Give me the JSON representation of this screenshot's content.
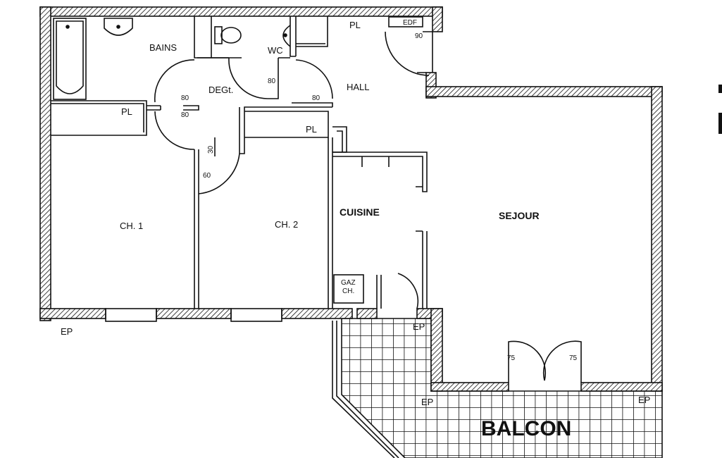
{
  "plan": {
    "rooms": {
      "bains": "BAINS",
      "wc": "WC",
      "degt": "DEGt.",
      "hall": "HALL",
      "ch1": "CH. 1",
      "ch2": "CH. 2",
      "cuisine": "CUISINE",
      "sejour": "SEJOUR",
      "balcon": "BALCON"
    },
    "fixtures": {
      "pl_hall": "PL",
      "pl_left": "PL",
      "pl_mid": "PL",
      "edf": "EDF",
      "gaz_line1": "GAZ",
      "gaz_line2": "CH."
    },
    "door_widths": {
      "entry": "90",
      "wc": "80",
      "bains": "80",
      "hall": "80",
      "ch1": "80",
      "ch2": "60",
      "placard": "30",
      "balcon_left": "75",
      "balcon_right": "75"
    },
    "drains": {
      "ep1": "EP",
      "ep2": "EP",
      "ep3": "EP",
      "ep4": "EP"
    },
    "colors": {
      "ink": "#111111",
      "paper": "#ffffff"
    }
  }
}
